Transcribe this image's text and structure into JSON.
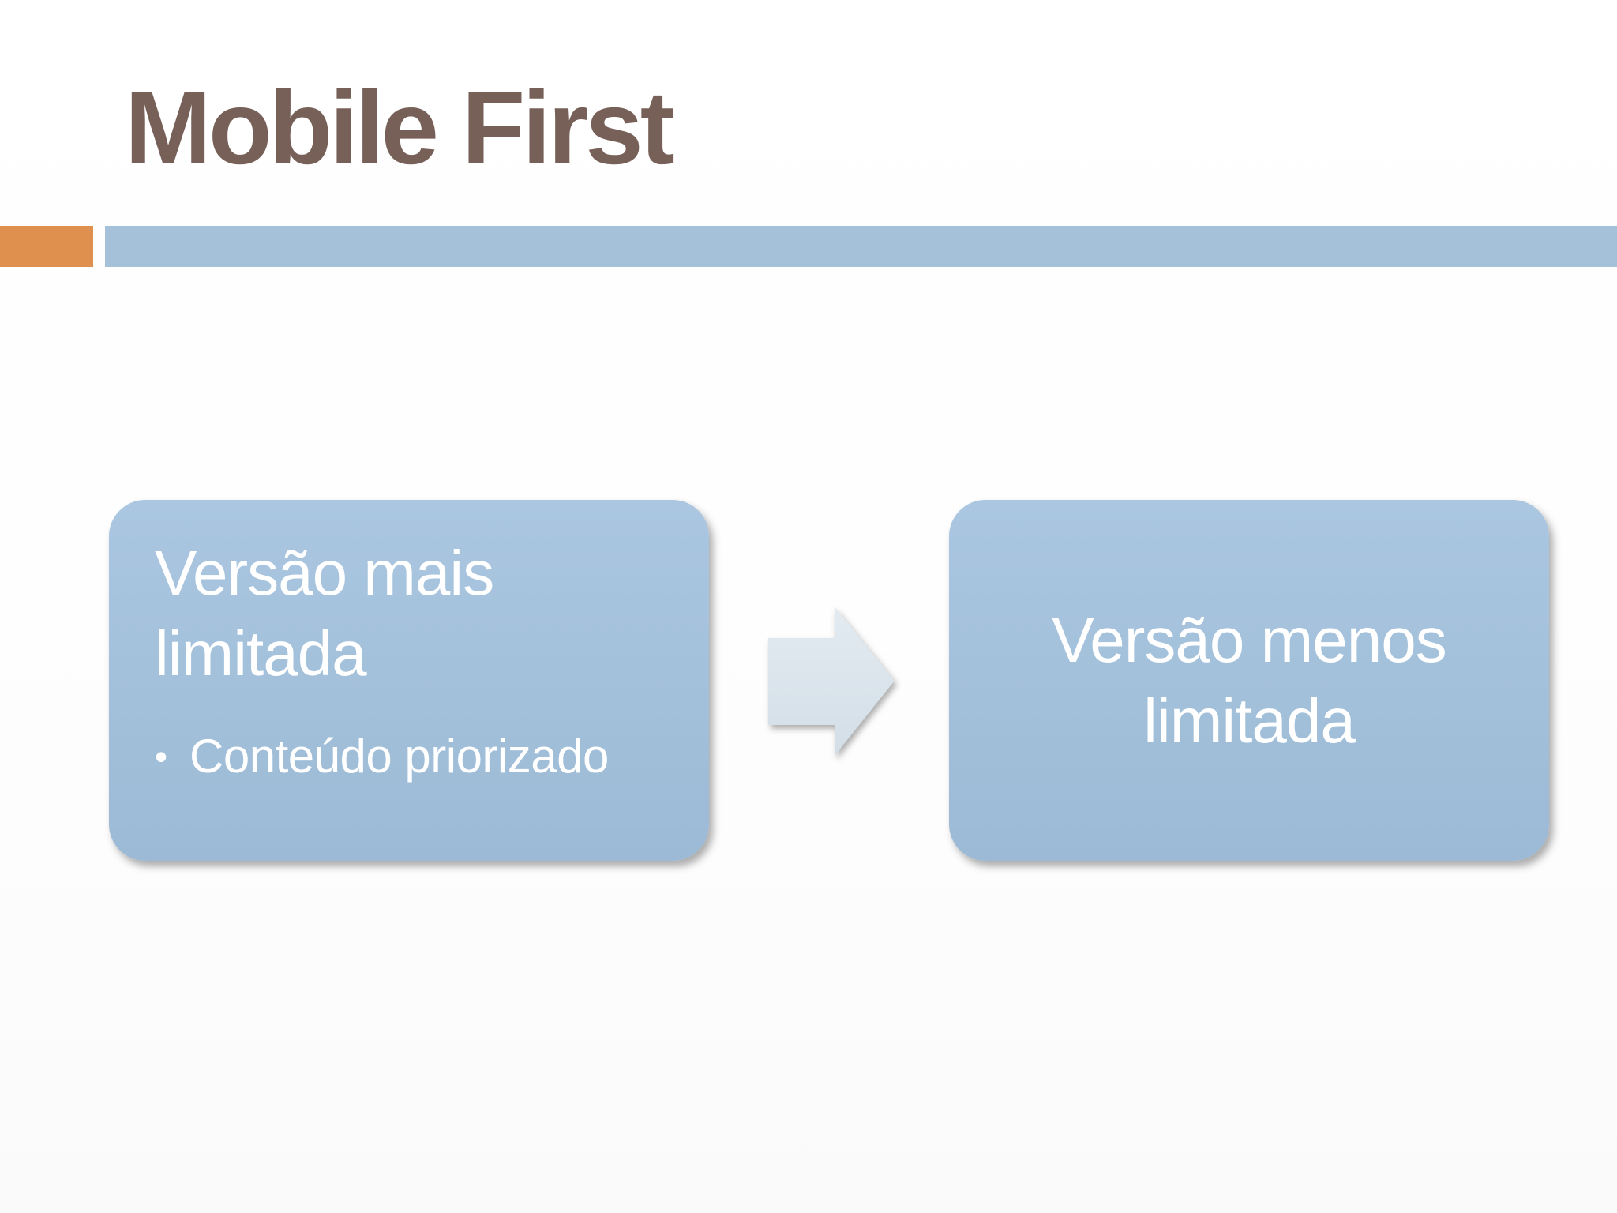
{
  "slide": {
    "title": "Mobile First"
  },
  "diagram": {
    "left_box": {
      "heading": "Versão mais limitada",
      "bullets": [
        {
          "marker": "•",
          "text": "Conteúdo priorizado"
        }
      ]
    },
    "arrow_icon": "right-arrow",
    "right_box": {
      "heading": "Versão menos limitada"
    }
  },
  "colors": {
    "title_text": "#776058",
    "accent_orange": "#E0904E",
    "accent_blue": "#A5C1DA",
    "box_fill": "#A3C0DA",
    "box_text": "#FFFFFF",
    "arrow_fill": "#DCE5EC",
    "background": "#FFFFFF"
  }
}
